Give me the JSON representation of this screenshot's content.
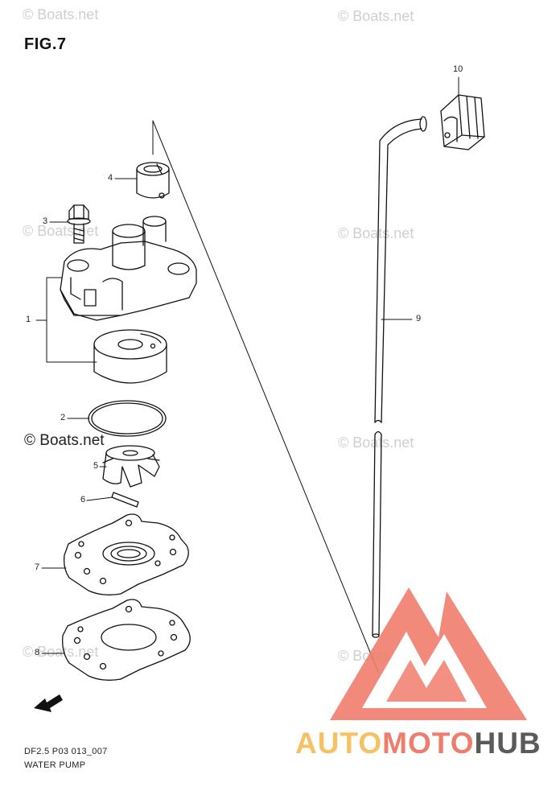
{
  "figure": {
    "title": "FIG.7"
  },
  "callouts": [
    {
      "number": "1"
    },
    {
      "number": "2"
    },
    {
      "number": "3"
    },
    {
      "number": "4"
    },
    {
      "number": "5"
    },
    {
      "number": "6"
    },
    {
      "number": "7"
    },
    {
      "number": "8"
    },
    {
      "number": "9"
    },
    {
      "number": "10"
    }
  ],
  "watermark": {
    "text": "© Boats.net"
  },
  "fwd_label": "FWD",
  "footer": {
    "code": "DF2.5 P03 013_007",
    "caption": "WATER PUMP"
  },
  "logo": {
    "part1": "AUTO",
    "part2": "MOTO",
    "part3": "HUB",
    "colors": {
      "yellow": "#f5c163",
      "salmon": "#ef7d6d",
      "gray": "#5a5a5a"
    }
  }
}
